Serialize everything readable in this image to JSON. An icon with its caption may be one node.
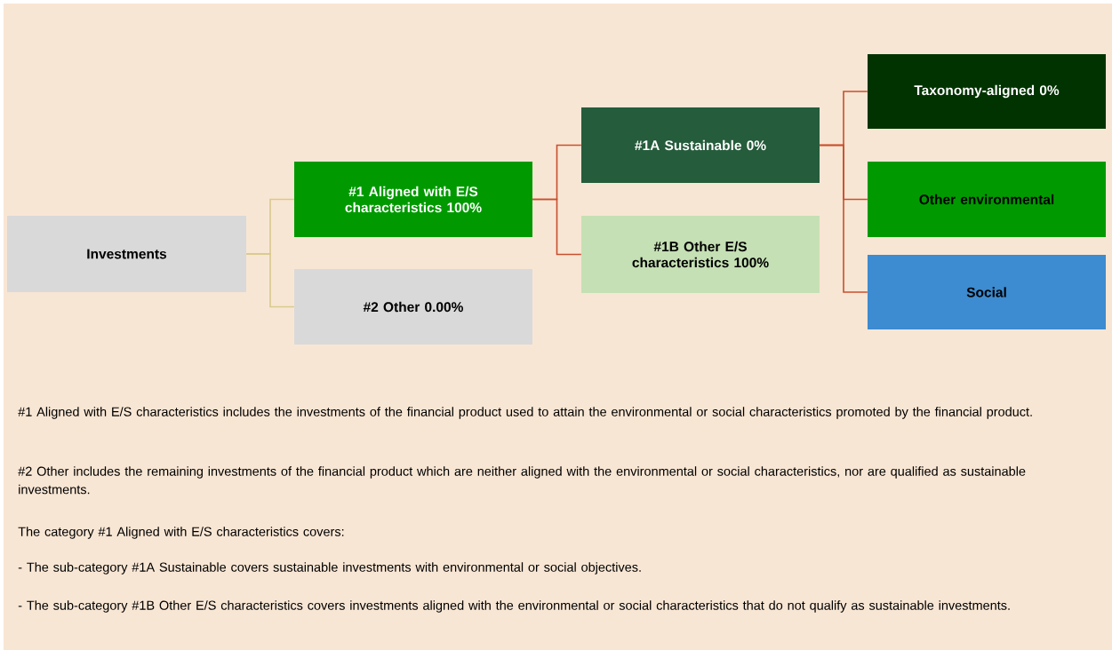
{
  "diagram": {
    "nodes": [
      {
        "text": [
          "Investments"
        ]
      },
      {
        "text": [
          "#1 Aligned with E/S characteristics 100%"
        ]
      },
      {
        "text": [
          "#2 Other 0.00%"
        ]
      },
      {
        "text": [
          "#1A Sustainable 0%"
        ]
      },
      {
        "text": [
          "#1B Other E/S characteristics 100%"
        ]
      },
      {
        "text": [
          "Taxonomy-aligned 0%"
        ]
      },
      {
        "text": [
          "Other environmental"
        ]
      },
      {
        "text": [
          "Social"
        ]
      }
    ],
    "edges": [
      {
        "from": 0,
        "to": 1,
        "arrow": "none",
        "color": "#d9c98c"
      },
      {
        "from": 0,
        "to": 2,
        "arrow": "none",
        "color": "#d9c98c"
      },
      {
        "from": 1,
        "to": 3,
        "arrow": "none"
      },
      {
        "from": 1,
        "to": 4,
        "arrow": "none"
      },
      {
        "from": 3,
        "to": 5,
        "arrow": "none"
      },
      {
        "from": 3,
        "to": 6,
        "arrow": "none"
      },
      {
        "from": 3,
        "to": 7,
        "arrow": "none"
      }
    ],
    "labels": [
      "#1 Aligned with E/S characteristics includes the investments of the financial product used to attain the environmental or social characteristics promoted by the financial product.",
      "#2 Other includes the remaining investments of the financial product which are neither aligned with the environmental or social characteristics, nor are qualified as sustainable investments.",
      "The category #1 Aligned with E/S characteristics covers:",
      "- The sub-category #1A Sustainable covers sustainable investments with environmental or social objectives.",
      "- The sub-category #1B Other E/S characteristics covers investments aligned with the environmental or social characteristics that do not qualify as sustainable investments."
    ]
  }
}
